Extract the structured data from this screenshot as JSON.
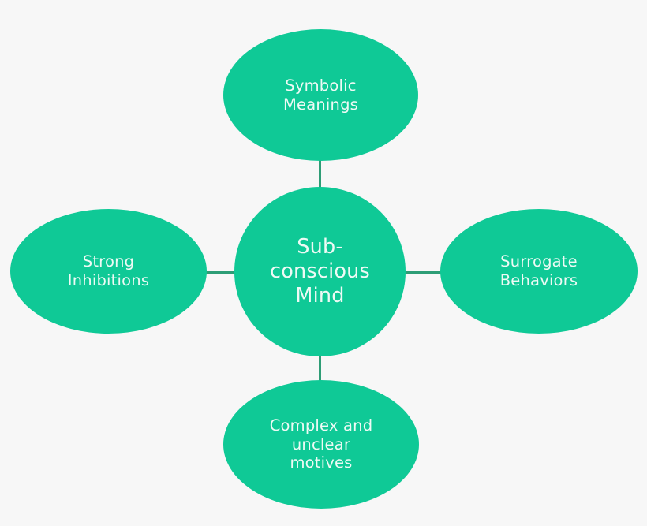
{
  "diagram": {
    "type": "hub-and-spoke",
    "background_color": "#f7f7f7",
    "node_fill_color": "#0fc996",
    "node_text_color": "#eefaf5",
    "connector_color": "#2e9d76",
    "center": {
      "id": "subconscious-mind",
      "label": "Sub-\nconscious\nMind",
      "shape": "circle"
    },
    "satellites": [
      {
        "id": "symbolic-meanings",
        "position": "top",
        "label": "Symbolic\nMeanings",
        "shape": "ellipse"
      },
      {
        "id": "strong-inhibitions",
        "position": "left",
        "label": "Strong\nInhibitions",
        "shape": "ellipse"
      },
      {
        "id": "surrogate-behaviors",
        "position": "right",
        "label": "Surrogate\nBehaviors",
        "shape": "ellipse"
      },
      {
        "id": "complex-and-unclear-motives",
        "position": "bottom",
        "label": "Complex and\nunclear\nmotives",
        "shape": "ellipse"
      }
    ]
  }
}
